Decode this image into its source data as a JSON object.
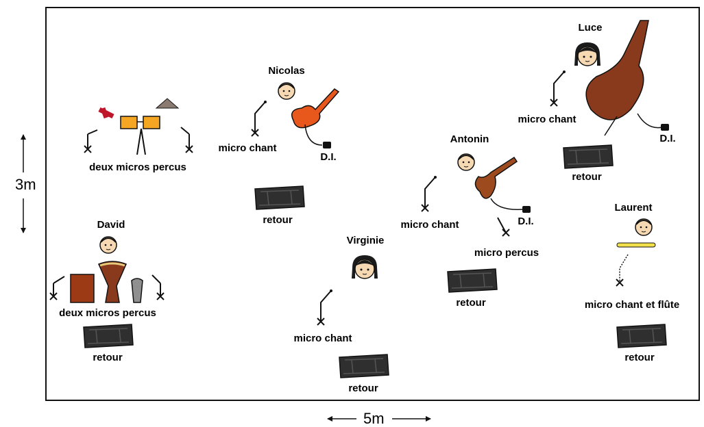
{
  "dimensions": {
    "height": "3m",
    "width": "5m"
  },
  "musicians": {
    "nicolas": {
      "name": "Nicolas"
    },
    "luce": {
      "name": "Luce"
    },
    "antonin": {
      "name": "Antonin"
    },
    "david": {
      "name": "David"
    },
    "virginie": {
      "name": "Virginie"
    },
    "laurent": {
      "name": "Laurent"
    }
  },
  "labels": {
    "deux_micros_percus": "deux micros percus",
    "micro_chant": "micro chant",
    "micro_percus": "micro percus",
    "micro_chant_flute": "micro chant et flûte",
    "di": "D.I.",
    "retour": "retour"
  },
  "colors": {
    "frame": "#111111",
    "monitor": "#2f2f2f",
    "guitar": "#e8571c",
    "bass": "#8a3a1c",
    "violin": "#9c4a1e",
    "face": "#f6d9b3",
    "cajon": "#9b3a14",
    "bongo": "#f5a623",
    "flute": "#f2e14a"
  }
}
